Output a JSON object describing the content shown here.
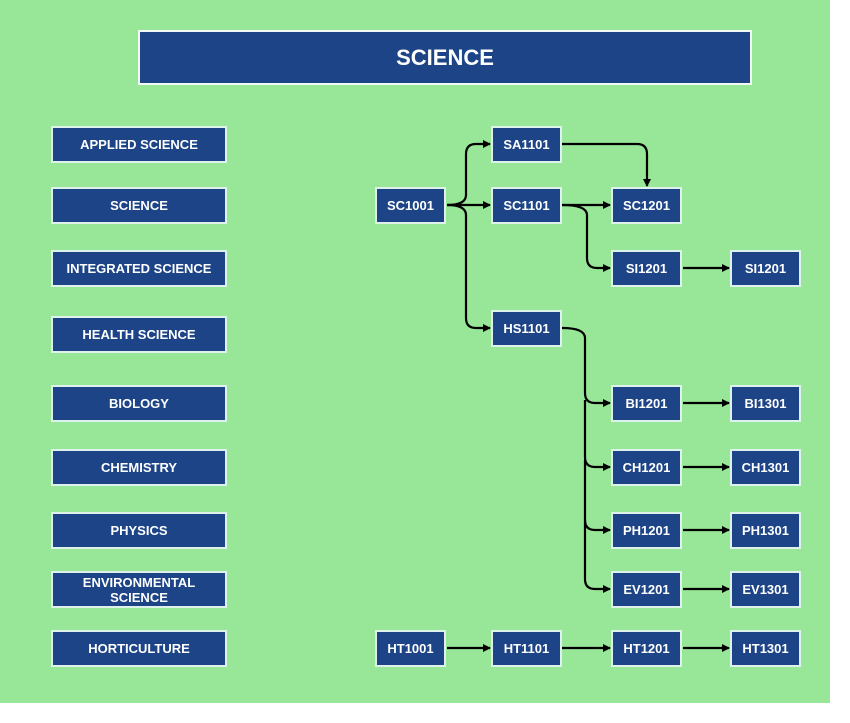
{
  "title": "SCIENCE",
  "colors": {
    "background": "#98e698",
    "box_fill": "#1c4487",
    "box_border": "#dcf2ea",
    "text": "#ffffff",
    "connector": "#000000"
  },
  "categories": [
    {
      "id": "applied-science",
      "label": "APPLIED SCIENCE"
    },
    {
      "id": "science",
      "label": "SCIENCE"
    },
    {
      "id": "integrated-science",
      "label": "INTEGRATED SCIENCE"
    },
    {
      "id": "health-science",
      "label": "HEALTH SCIENCE"
    },
    {
      "id": "biology",
      "label": "BIOLOGY"
    },
    {
      "id": "chemistry",
      "label": "CHEMISTRY"
    },
    {
      "id": "physics",
      "label": "PHYSICS"
    },
    {
      "id": "environmental-science",
      "label": "ENVIRONMENTAL SCIENCE"
    },
    {
      "id": "horticulture",
      "label": "HORTICULTURE"
    }
  ],
  "courses": {
    "sc1001": "SC1001",
    "sa1101": "SA1101",
    "sc1101": "SC1101",
    "hs1101": "HS1101",
    "sc1201": "SC1201",
    "si1201": "SI1201",
    "si1201b": "SI1201",
    "bi1201": "BI1201",
    "bi1301": "BI1301",
    "ch1201": "CH1201",
    "ch1301": "CH1301",
    "ph1201": "PH1201",
    "ph1301": "PH1301",
    "ev1201": "EV1201",
    "ev1301": "EV1301",
    "ht1001": "HT1001",
    "ht1101": "HT1101",
    "ht1201": "HT1201",
    "ht1301": "HT1301"
  },
  "edges": [
    [
      "SC1001",
      "SA1101"
    ],
    [
      "SC1001",
      "SC1101"
    ],
    [
      "SC1001",
      "HS1101"
    ],
    [
      "SA1101",
      "SC1201"
    ],
    [
      "SC1101",
      "SC1201"
    ],
    [
      "SC1101",
      "SI1201"
    ],
    [
      "HS1101",
      "BI1201"
    ],
    [
      "HS1101",
      "CH1201"
    ],
    [
      "HS1101",
      "PH1201"
    ],
    [
      "HS1101",
      "EV1201"
    ],
    [
      "SI1201",
      "SI1201"
    ],
    [
      "BI1201",
      "BI1301"
    ],
    [
      "CH1201",
      "CH1301"
    ],
    [
      "PH1201",
      "PH1301"
    ],
    [
      "EV1201",
      "EV1301"
    ],
    [
      "HT1001",
      "HT1101"
    ],
    [
      "HT1101",
      "HT1201"
    ],
    [
      "HT1201",
      "HT1301"
    ]
  ]
}
